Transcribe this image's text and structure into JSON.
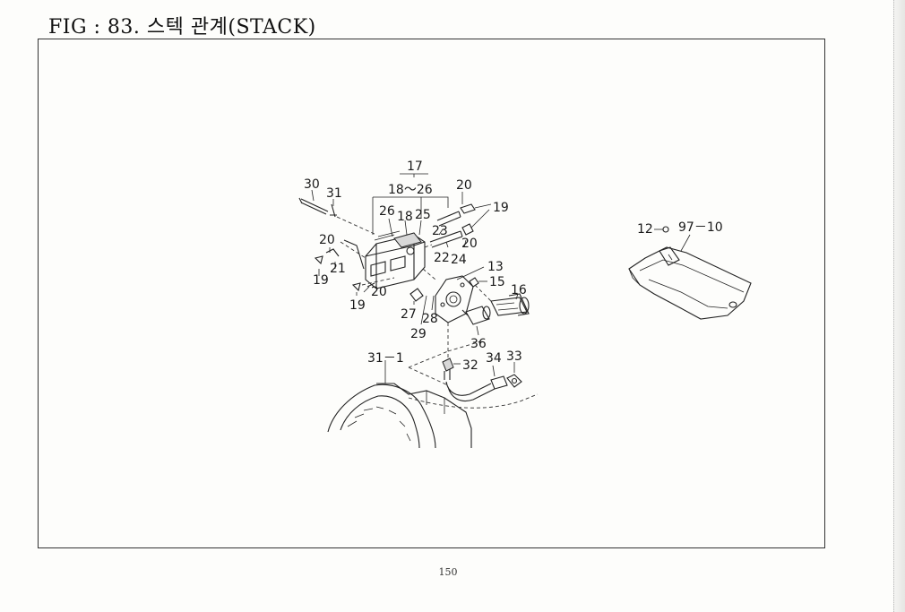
{
  "header": {
    "title": "FIG : 83. 스텍 관계(STACK)"
  },
  "footer": {
    "page_number": "150"
  },
  "callouts": {
    "c17": "17",
    "c18_26": "18～26",
    "c30": "30",
    "c31": "31",
    "c20_top": "20",
    "c19_right": "19",
    "c26": "26",
    "c18": "18",
    "c25": "25",
    "c23": "23",
    "c20_mid": "20",
    "c22": "22",
    "c24": "24",
    "c20_left": "20",
    "c21": "21",
    "c19_left": "19",
    "c20_low": "20",
    "c19_low": "19",
    "c13": "13",
    "c15": "15",
    "c16": "16",
    "c27": "27",
    "c28": "28",
    "c29": "29",
    "c36": "36",
    "c31_1": "31－1",
    "c32": "32",
    "c34": "34",
    "c33": "33",
    "c12": "12",
    "c97_10": "97－10"
  }
}
